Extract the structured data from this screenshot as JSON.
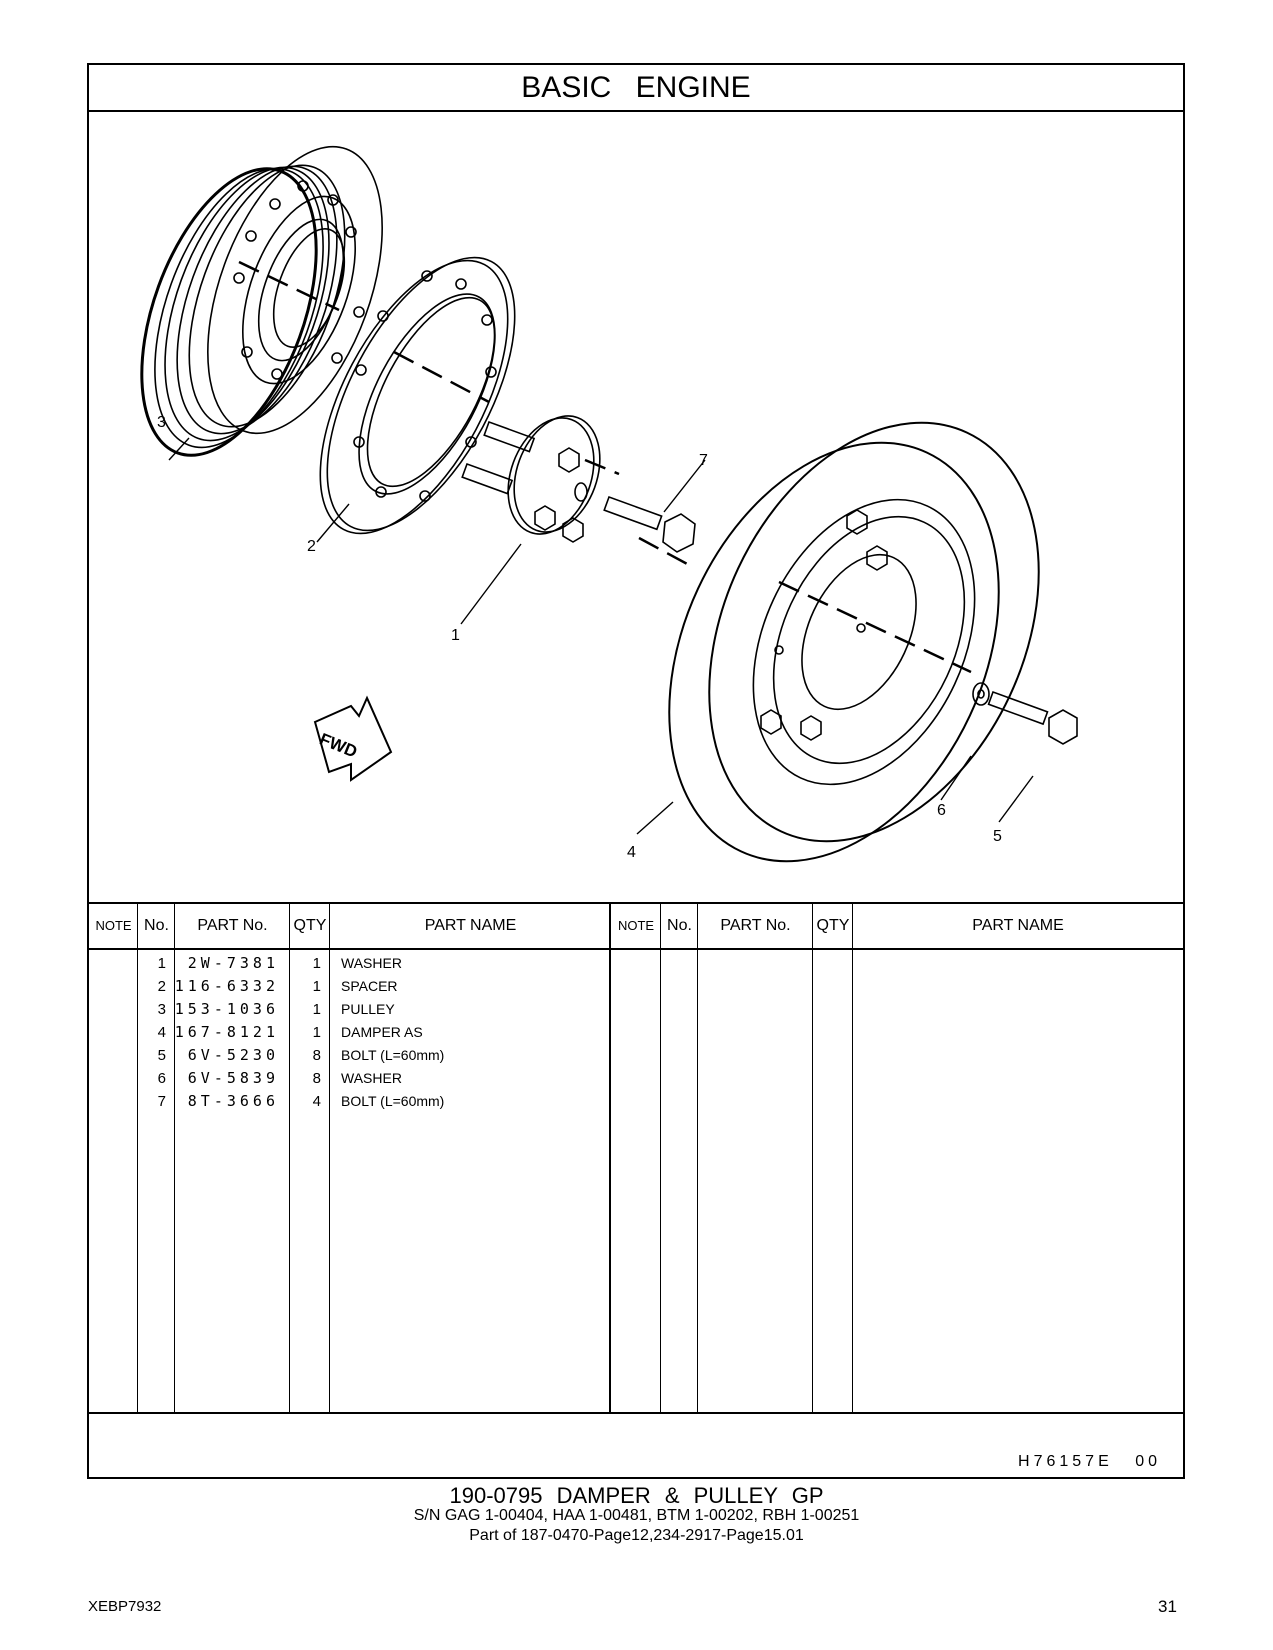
{
  "section_title": "BASIC ENGINE",
  "callouts": [
    "1",
    "2",
    "3",
    "4",
    "5",
    "6",
    "7"
  ],
  "fwd_label": "FWD",
  "table": {
    "headers": [
      "NOTE",
      "No.",
      "PART No.",
      "QTY",
      "PART NAME"
    ],
    "rows": [
      {
        "no": "1",
        "part_no": "2W-7381",
        "qty": "1",
        "name": "WASHER"
      },
      {
        "no": "2",
        "part_no": "116-6332",
        "qty": "1",
        "name": "SPACER"
      },
      {
        "no": "3",
        "part_no": "153-1036",
        "qty": "1",
        "name": "PULLEY"
      },
      {
        "no": "4",
        "part_no": "167-8121",
        "qty": "1",
        "name": "DAMPER AS"
      },
      {
        "no": "5",
        "part_no": "6V-5230",
        "qty": "8",
        "name": "BOLT (L=60mm)"
      },
      {
        "no": "6",
        "part_no": "6V-5839",
        "qty": "8",
        "name": "WASHER"
      },
      {
        "no": "7",
        "part_no": "8T-3666",
        "qty": "4",
        "name": "BOLT (L=60mm)"
      }
    ]
  },
  "drawing_code": "H76157E 00",
  "caption": {
    "group": "190-0795 DAMPER & PULLEY GP",
    "serials": "S/N GAG 1-00404, HAA 1-00481, BTM 1-00202, RBH 1-00251",
    "part_of": "Part of 187-0470-Page12,234-2917-Page15.01"
  },
  "doc_id": "XEBP7932",
  "page_number": "31"
}
